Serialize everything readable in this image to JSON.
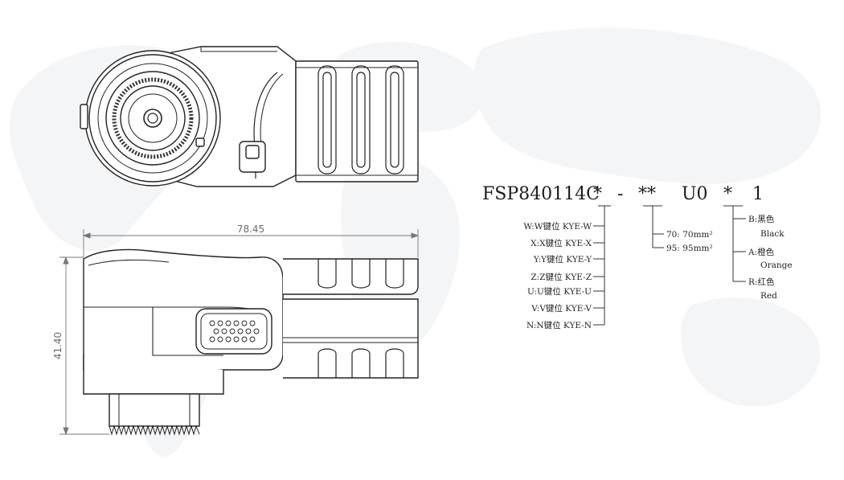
{
  "dimensions": {
    "width_label": "78.45",
    "height_label": "41.40"
  },
  "part_number": {
    "prefix": "FSP840114C",
    "keying_code": "*",
    "dash": "-",
    "wire_code": "**",
    "uo_code": "U0",
    "color_code": "*",
    "suffix": "1"
  },
  "keying_options": [
    {
      "label": "W:W键位 KYE-W"
    },
    {
      "label": "X:X键位 KYE-X"
    },
    {
      "label": "Y:Y键位 KYE-Y"
    },
    {
      "label": "Z:Z键位 KYE-Z"
    },
    {
      "label": "U:U键位 KYE-U"
    },
    {
      "label": "V:V键位 KYE-V"
    },
    {
      "label": "N:N键位 KYE-N"
    }
  ],
  "wire_options": [
    {
      "label": "70: 70mm²"
    },
    {
      "label": "95: 95mm²"
    }
  ],
  "color_options": [
    {
      "cn": "B:黑色",
      "en": "Black"
    },
    {
      "cn": "A:橙色",
      "en": "Orange"
    },
    {
      "cn": "R:红色",
      "en": "Red"
    }
  ]
}
